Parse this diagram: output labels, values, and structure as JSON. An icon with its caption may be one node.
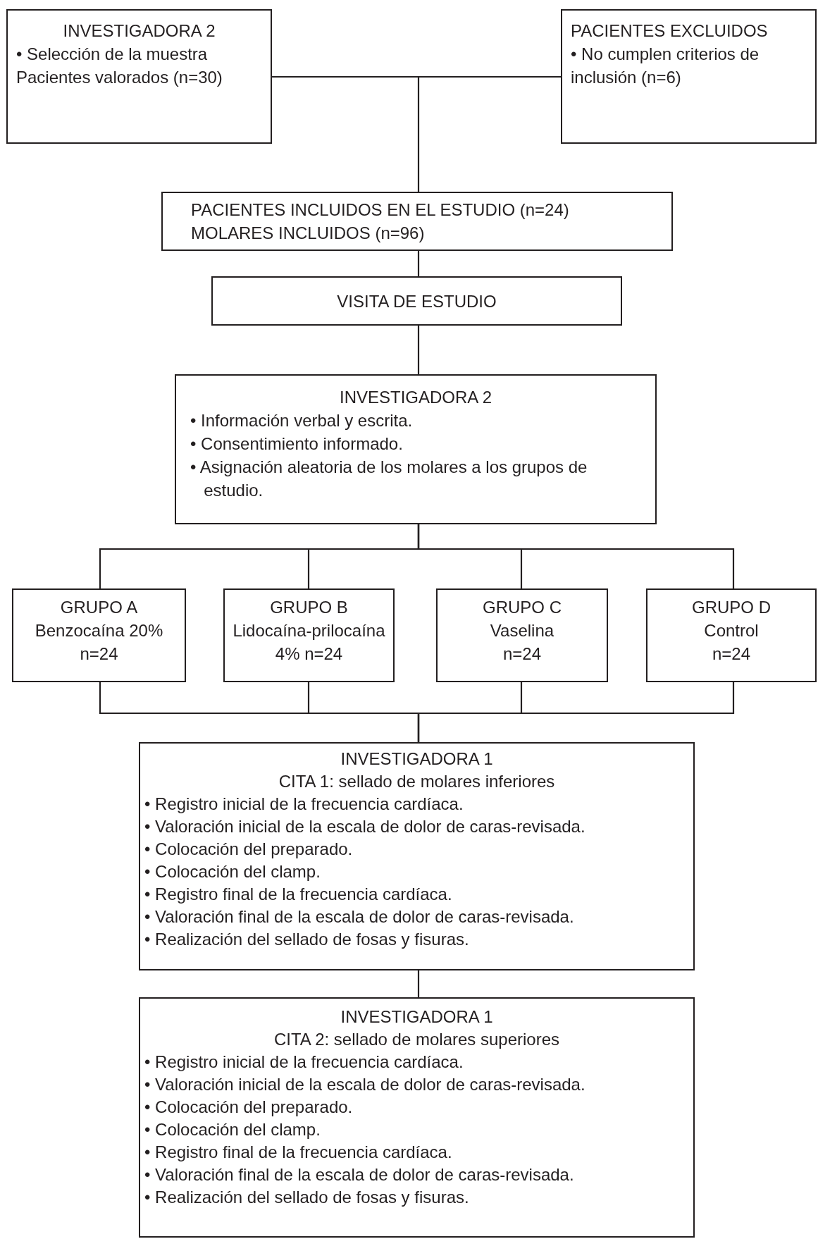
{
  "diagram": {
    "nodes": [
      {
        "text": [
          "INVESTIGADORA 2",
          "• Selección de la muestra",
          "Pacientes valorados (n=30)"
        ]
      },
      {
        "text": [
          "PACIENTES EXCLUIDOS",
          "• No cumplen criterios de inclusión (n=6)"
        ]
      },
      {
        "text": [
          "PACIENTES INCLUIDOS EN EL ESTUDIO (n=24)",
          "MOLARES INCLUIDOS (n=96)"
        ]
      },
      {
        "text": [
          "VISITA DE ESTUDIO"
        ]
      },
      {
        "text": [
          "INVESTIGADORA 2",
          "• Información verbal y escrita.",
          "• Consentimiento informado.",
          "• Asignación aleatoria de los molares a los grupos de estudio."
        ]
      },
      {
        "text": [
          "GRUPO A",
          "Benzocaína 20%",
          "n=24"
        ]
      },
      {
        "text": [
          "GRUPO B",
          "Lidocaína-prilocaína 4% n=24"
        ]
      },
      {
        "text": [
          "GRUPO C",
          "Vaselina",
          "n=24"
        ]
      },
      {
        "text": [
          "GRUPO D",
          "Control",
          "n=24"
        ]
      },
      {
        "text": [
          "INVESTIGADORA 1",
          "CITA 1: sellado de molares inferiores",
          "• Registro inicial de la frecuencia cardíaca.",
          "• Valoración inicial de la escala de dolor de caras-revisada.",
          "• Colocación del preparado.",
          "• Colocación del clamp.",
          "• Registro final de la frecuencia cardíaca.",
          "• Valoración final de la escala de dolor de caras-revisada.",
          "• Realización del sellado de fosas y fisuras."
        ]
      },
      {
        "text": [
          "INVESTIGADORA 1",
          "CITA 2: sellado de molares superiores",
          "• Registro inicial de la frecuencia cardíaca.",
          "• Valoración inicial de la escala de dolor de caras-revisada.",
          "• Colocación del preparado.",
          "• Colocación del clamp.",
          "• Registro final de la frecuencia cardíaca.",
          "• Valoración final de la escala de dolor de caras-revisada.",
          "• Realización del sellado de fosas y fisuras."
        ]
      }
    ],
    "edges": [
      {
        "from": 0,
        "to": 1,
        "arrow": "none"
      },
      {
        "from": 0,
        "to": 2,
        "arrow": "none"
      },
      {
        "from": 2,
        "to": 3,
        "arrow": "none"
      },
      {
        "from": 3,
        "to": 4,
        "arrow": "none"
      },
      {
        "from": 4,
        "to": 5,
        "arrow": "none"
      },
      {
        "from": 4,
        "to": 6,
        "arrow": "none"
      },
      {
        "from": 4,
        "to": 7,
        "arrow": "none"
      },
      {
        "from": 4,
        "to": 8,
        "arrow": "none"
      },
      {
        "from": 5,
        "to": 9,
        "arrow": "none"
      },
      {
        "from": 6,
        "to": 9,
        "arrow": "none"
      },
      {
        "from": 7,
        "to": 9,
        "arrow": "none"
      },
      {
        "from": 8,
        "to": 9,
        "arrow": "none"
      },
      {
        "from": 9,
        "to": 10,
        "arrow": "none"
      }
    ]
  }
}
